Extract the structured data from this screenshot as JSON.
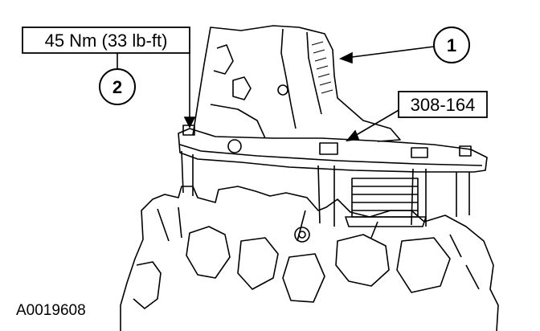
{
  "callouts": {
    "torque_spec": "45 Nm (33 lb-ft)",
    "tool_number": "308-164",
    "item_1": "1",
    "item_2": "2"
  },
  "figure_id": "A0019608",
  "colors": {
    "line": "#000000",
    "background": "#ffffff"
  }
}
